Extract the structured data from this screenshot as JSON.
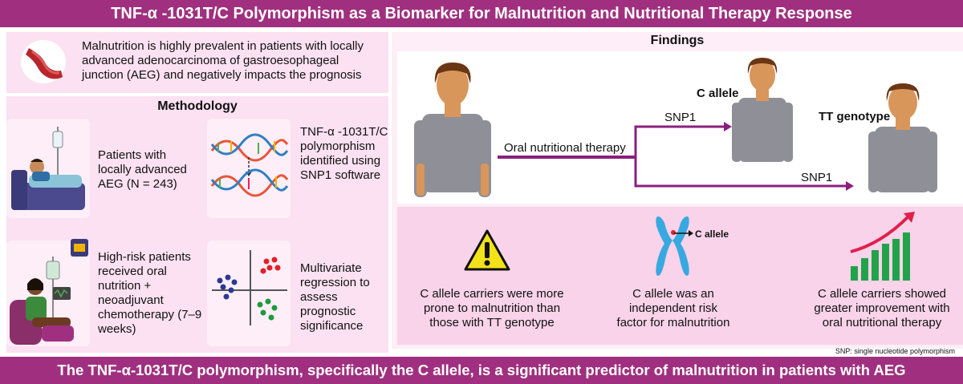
{
  "title": "TNF-α -1031T/C Polymorphism as a Biomarker for Malnutrition and Nutritional Therapy Response",
  "intro": {
    "icon": "stomach-icon",
    "text": "Malnutrition is highly prevalent in patients with locally advanced adenocarcinoma of gastroesophageal junction (AEG) and negatively impacts the prognosis"
  },
  "methodology": {
    "heading": "Methodology",
    "items": [
      {
        "icon": "patient-bed-icon",
        "text": "Patients with locally advanced AEG (N = 243)"
      },
      {
        "icon": "dna-icon",
        "text": "TNF-α -1031T/C polymorphism identified using SNP1 software"
      },
      {
        "icon": "chemotherapy-patient-icon",
        "text": "High-risk patients received oral nutrition + neoadjuvant chemotherapy (7–9 weeks)"
      },
      {
        "icon": "scatter-regression-icon",
        "text": "Multivariate regression to assess prognostic significance"
      }
    ]
  },
  "findings": {
    "heading": "Findings",
    "flow": {
      "therapy_label": "Oral nutritional therapy",
      "snp_upper": "SNP1",
      "snp_lower": "SNP1",
      "c_allele_label": "C allele",
      "tt_label": "TT genotype"
    },
    "results": [
      {
        "icon": "warning-icon",
        "text": "C allele carriers were more prone to malnutrition than those with TT genotype"
      },
      {
        "icon": "chromosome-icon",
        "callout": "C allele",
        "text": "C allele was an independent risk factor for malnutrition"
      },
      {
        "icon": "growth-chart-icon",
        "text": "C allele carriers showed greater improvement with oral nutritional therapy"
      }
    ]
  },
  "footnote": "SNP: single nucleotide polymorphism",
  "conclusion": "The TNF-α-1031T/C polymorphism, specifically the C allele, is a significant predictor of malnutrition in patients with AEG",
  "colors": {
    "banner": "#a0307f",
    "panel": "#fbe1f1",
    "arrow": "#8b1f7d"
  }
}
